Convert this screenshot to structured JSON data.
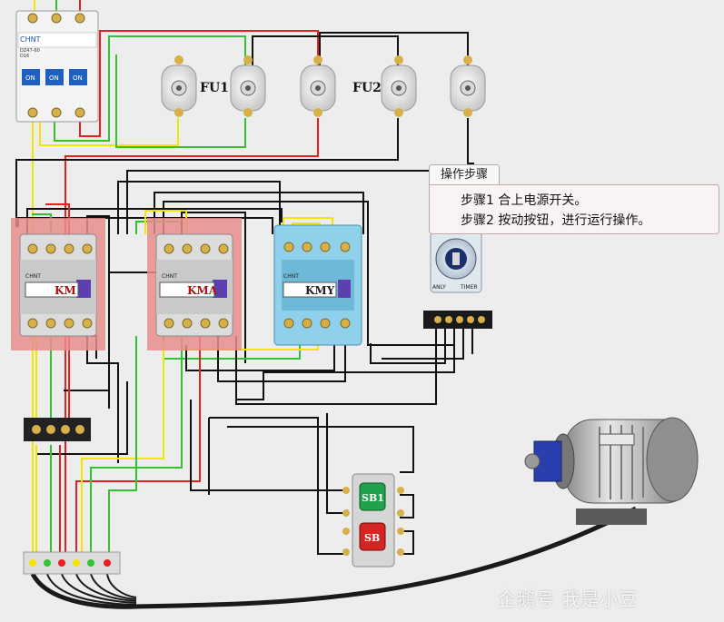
{
  "breaker": {
    "brand": "CHNT",
    "model": "DZ47-60",
    "rating": "D16",
    "positions": [
      "ON",
      "ON",
      "ON"
    ]
  },
  "fuses": {
    "group1_label": "FU1",
    "group2_label": "FU2"
  },
  "contactors": [
    {
      "id": "km",
      "label": "KM",
      "brand": "CHNT",
      "color": "#e88d8d"
    },
    {
      "id": "kma",
      "label": "KMA",
      "brand": "CHNT",
      "color": "#e88d8d"
    },
    {
      "id": "kmy",
      "label": "KMY",
      "brand": "CHNT",
      "color": "#8fd0ea"
    }
  ],
  "timer": {
    "brand_left": "ANLY",
    "brand_right": "TIMER"
  },
  "buttons": {
    "start_label": "SB1",
    "stop_label": "SB"
  },
  "panel": {
    "title": "操作步骤",
    "steps": [
      "步骤1  合上电源开关。",
      "步骤2  按动按钮，进行运行操作。"
    ]
  },
  "watermark": "企鹅号 我是小豆",
  "wire_colors": {
    "yellow": "#f2e600",
    "green": "#31c431",
    "red": "#e42020",
    "black": "#111111"
  }
}
